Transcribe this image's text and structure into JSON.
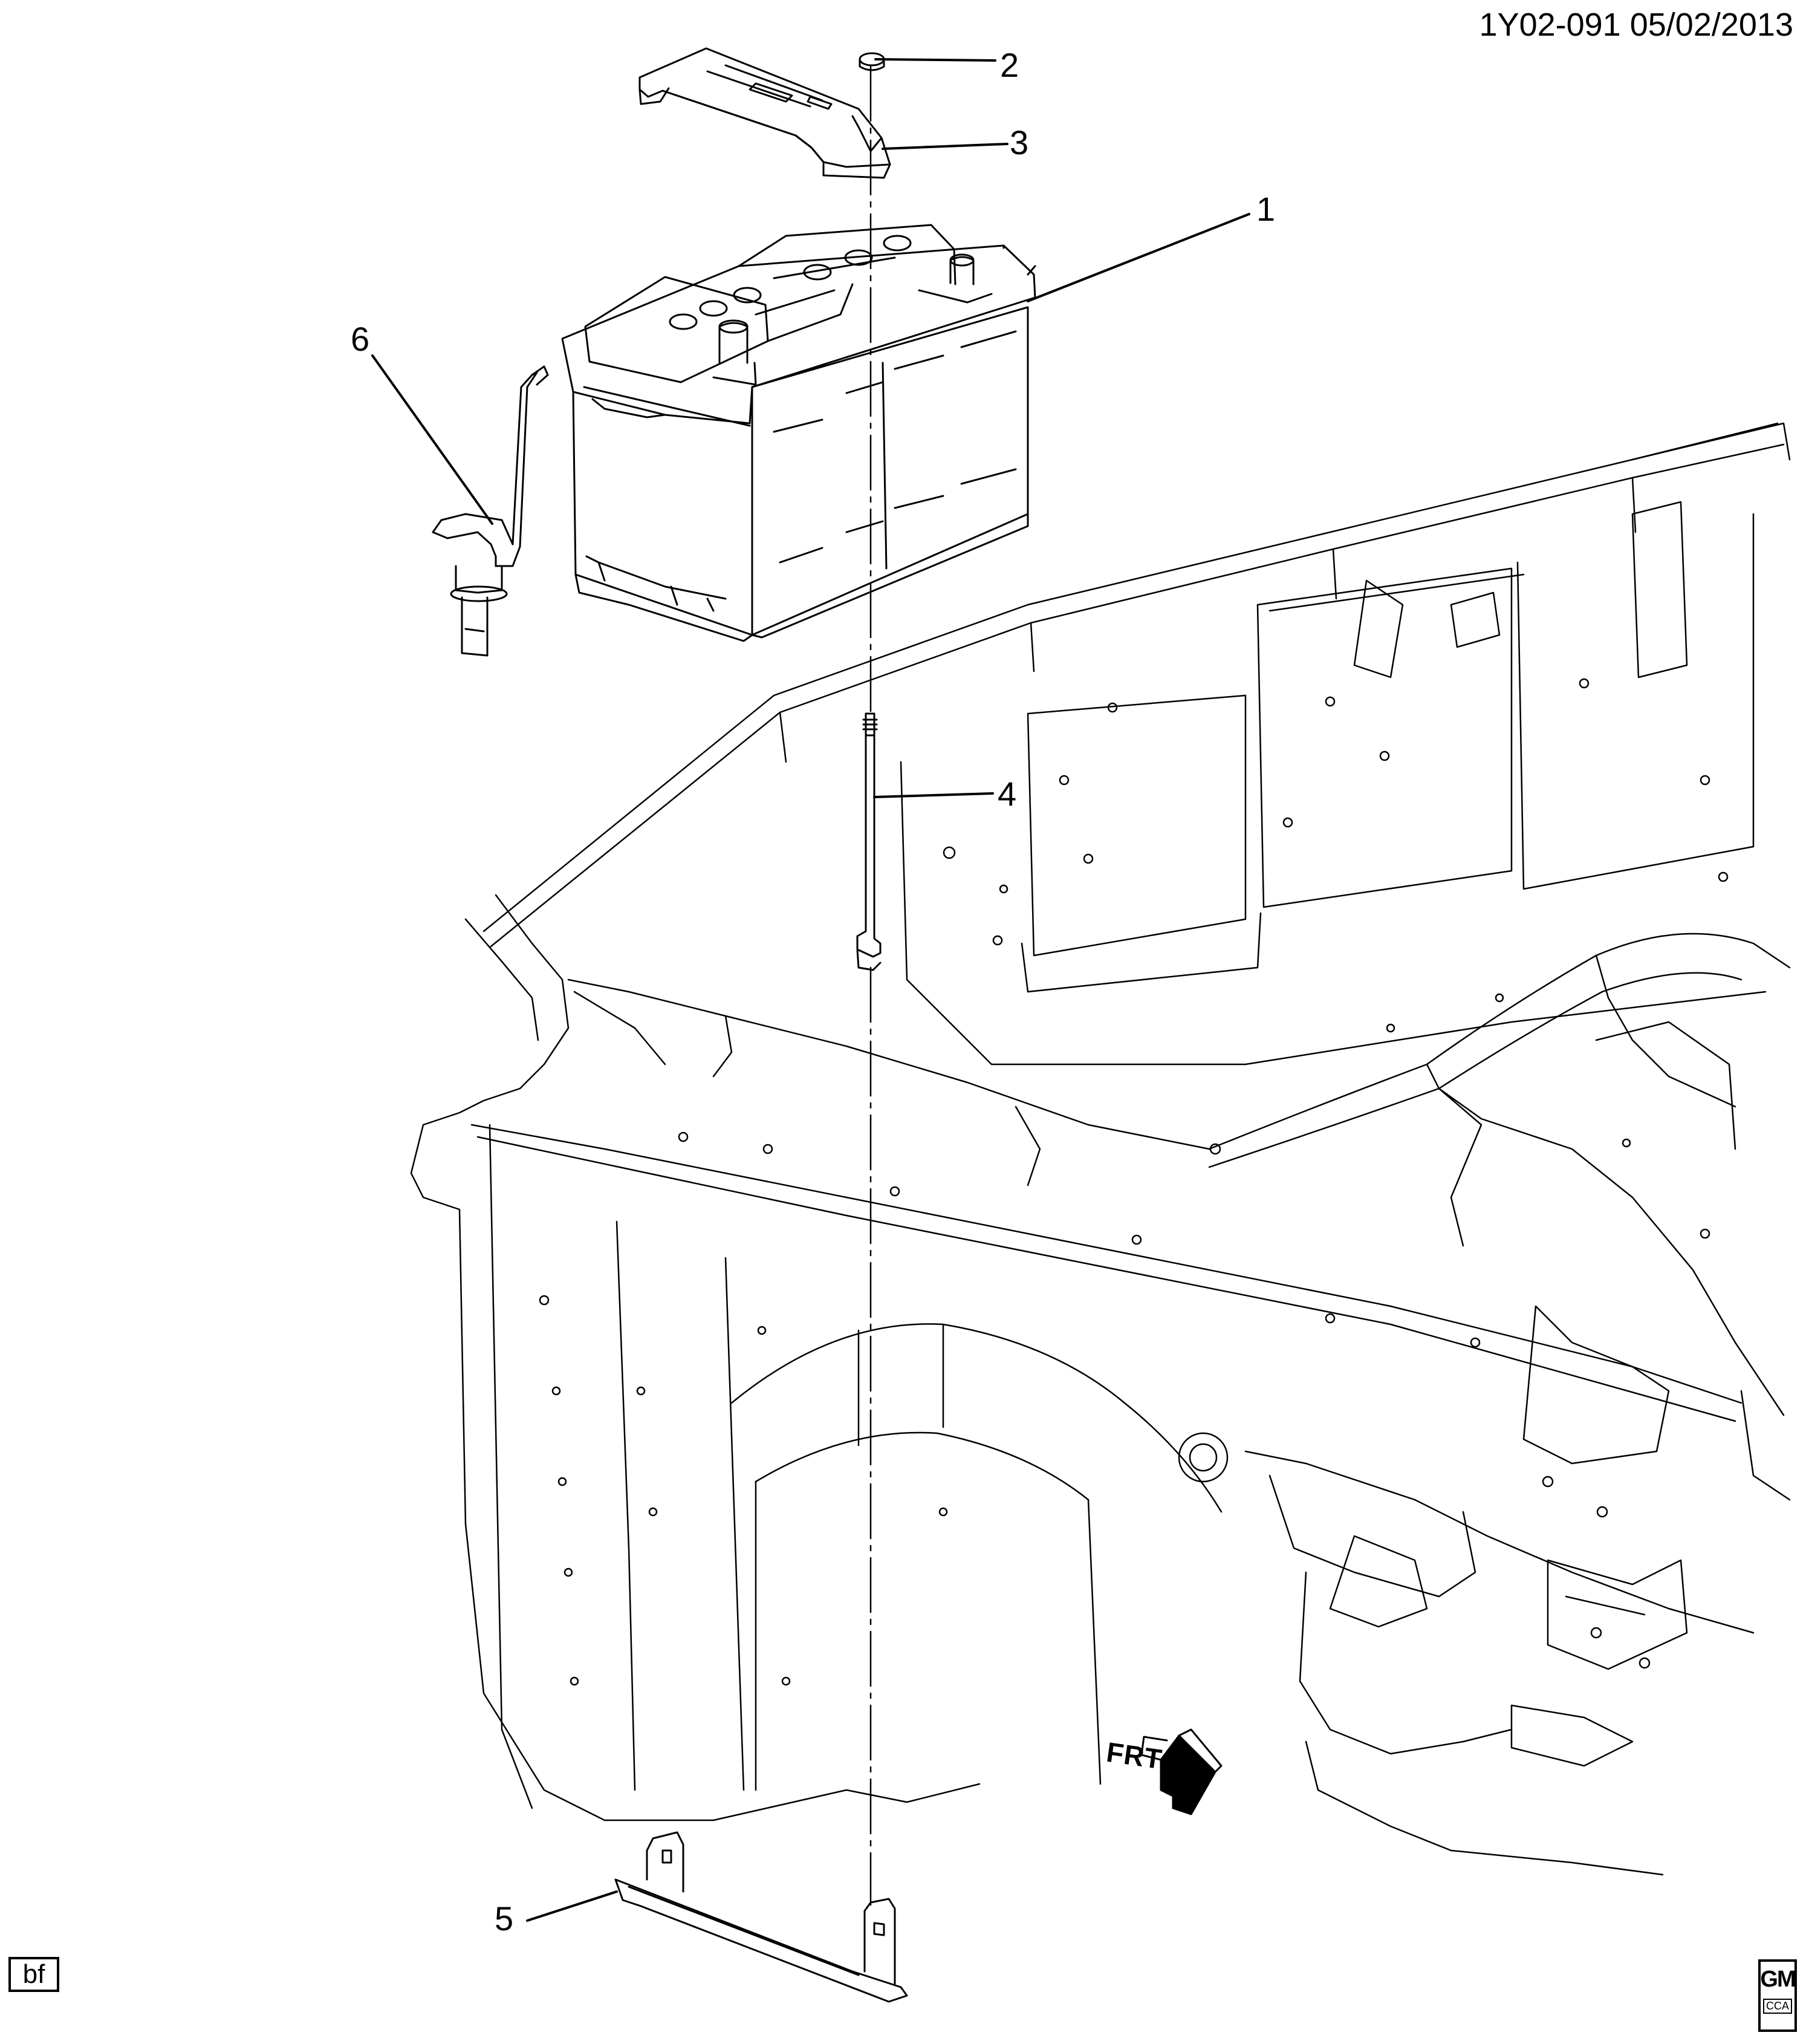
{
  "header": {
    "document_id": "1Y02-091",
    "date": "05/02/2013"
  },
  "callouts": [
    {
      "number": "1",
      "part": "battery"
    },
    {
      "number": "2",
      "part": "nut"
    },
    {
      "number": "3",
      "part": "hold-down-bracket"
    },
    {
      "number": "4",
      "part": "hold-down-rod"
    },
    {
      "number": "5",
      "part": "tray-retainer"
    },
    {
      "number": "6",
      "part": "vent-tube"
    }
  ],
  "direction_marker": {
    "label": "FRT"
  },
  "footer": {
    "corner_code": "bf",
    "logo_text": "GM",
    "logo_subtext": "CCA"
  },
  "icons": [
    "front-direction-arrow-icon",
    "gm-logo-icon"
  ]
}
